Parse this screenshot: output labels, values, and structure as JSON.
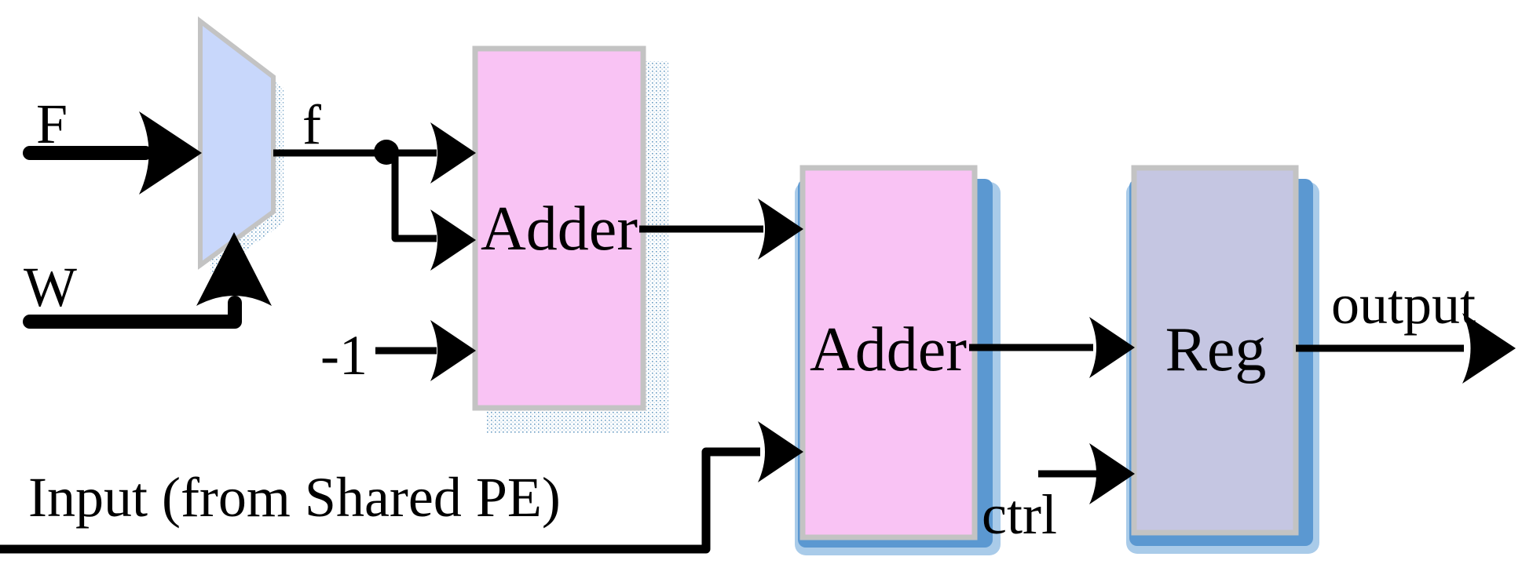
{
  "diagram": {
    "title": "Processing element datapath",
    "labels": {
      "input_f": "F",
      "input_w": "W",
      "mux_out": "f",
      "minus_one": "-1",
      "shared_input": "Input (from Shared PE)",
      "ctrl": "ctrl",
      "output": "output"
    },
    "blocks": {
      "adder1": "Adder",
      "adder2": "Adder",
      "reg": "Reg"
    },
    "colors": {
      "mux_fill": "#c8d7fb",
      "adder_fill": "#f9c3f4",
      "reg_fill": "#c5c6e2",
      "border_gray": "#c3c3c3",
      "shadow_blue": "#5b98d1",
      "shadow_blue_light": "#a9cbe9",
      "stipple_blue": "#4e8ab8",
      "wire_black": "#000000"
    }
  }
}
